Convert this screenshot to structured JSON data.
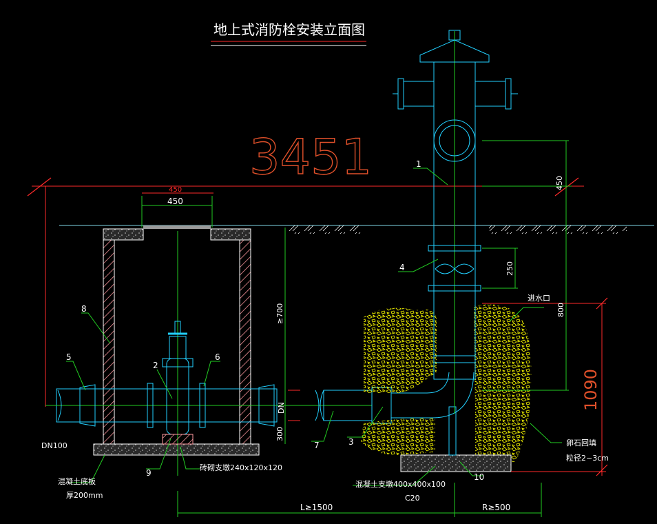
{
  "title": "地上式消防栓安装立面图",
  "big_dimension": "3451",
  "dims": {
    "d450_red": "450",
    "d450_white": "450",
    "d450_right": "450",
    "d250": "250",
    "d800": "800",
    "d1090": "1090",
    "d700": "≥700",
    "d300": "300",
    "dn": "DN",
    "l1500": "L≥1500",
    "r500": "R≥500"
  },
  "callouts": {
    "c1": "1",
    "c2": "2",
    "c3": "3",
    "c4": "4",
    "c5": "5",
    "c6": "6",
    "c7": "7",
    "c8": "8",
    "c9": "9",
    "c10": "10"
  },
  "labels": {
    "dn100": "DN100",
    "inlet": "进水口",
    "gravel": "卵石回填",
    "gravel_size": "粒径2~3cm",
    "base": "混凝土底板",
    "base_thk": "厚200mm",
    "brick_support": "砖砌支墩240x120x120",
    "conc_support": "混凝土支墩400x400x100",
    "c20": "C20"
  },
  "colors": {
    "background": "#000000",
    "cyan": "#22d0ff",
    "green": "#22cc22",
    "white": "#ffffff",
    "red": "#ff2a2a",
    "orange": "#e0502a",
    "yellow": "#f0f000",
    "hatch": "#ff9aa0"
  }
}
